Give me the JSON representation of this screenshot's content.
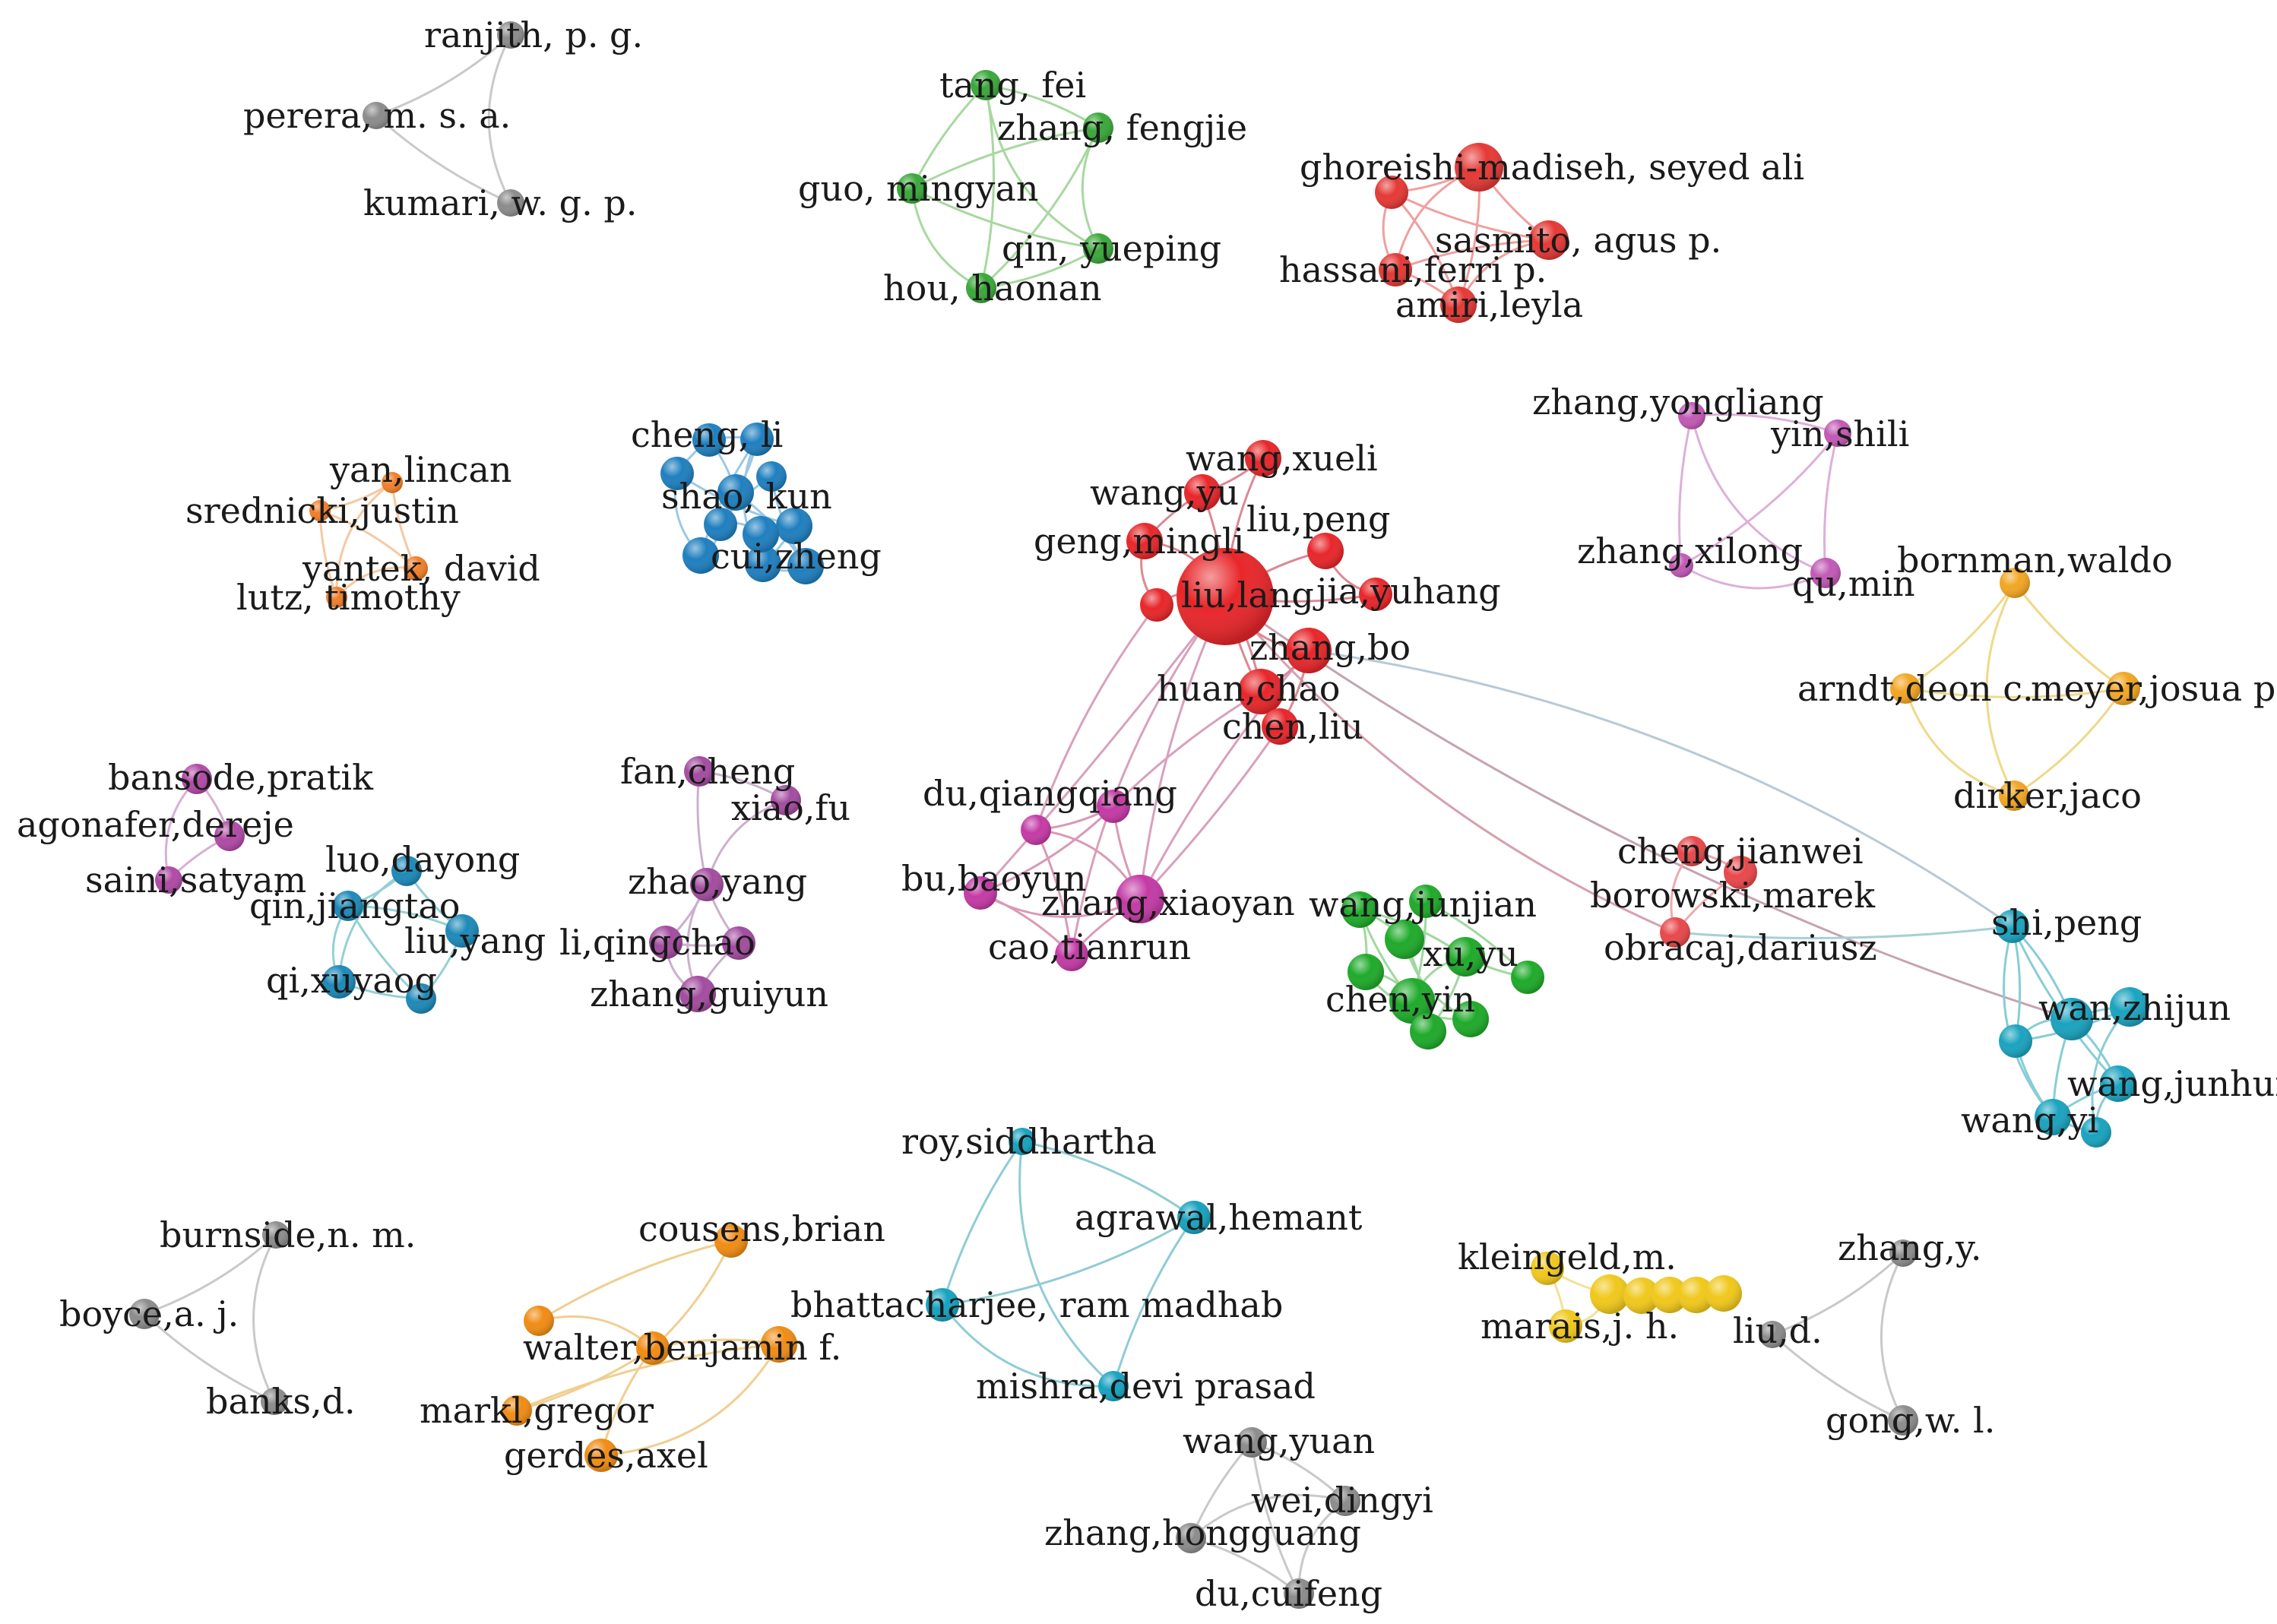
{
  "clusters": [
    {
      "id": "c1",
      "color": "#8c8c8c",
      "edge_color": "#c9c9c9",
      "nodes": [
        {
          "label": "ranjith, p. g."
        },
        {
          "label": "perera, m. s. a."
        },
        {
          "label": "kumari, w. g. p."
        }
      ],
      "edges": [
        [
          0,
          1
        ],
        [
          1,
          2
        ],
        [
          0,
          2
        ]
      ]
    },
    {
      "id": "c2",
      "color": "#3aa83a",
      "edge_color": "#a8d8a0",
      "nodes": [
        {
          "label": "tang, fei"
        },
        {
          "label": "zhang, fengjie"
        },
        {
          "label": "guo, mingyan"
        },
        {
          "label": "qin, yueping"
        },
        {
          "label": "hou, haonan"
        }
      ],
      "edges": [
        [
          0,
          1
        ],
        [
          0,
          2
        ],
        [
          0,
          3
        ],
        [
          0,
          4
        ],
        [
          1,
          2
        ],
        [
          1,
          3
        ],
        [
          1,
          4
        ],
        [
          2,
          3
        ],
        [
          2,
          4
        ],
        [
          3,
          4
        ]
      ]
    },
    {
      "id": "c3",
      "color": "#e53935",
      "edge_color": "#efa0a0",
      "nodes": [
        {
          "label": "ghoreishi-madiseh, seyed ali"
        },
        {
          "label": ""
        },
        {
          "label": "sasmito, agus p."
        },
        {
          "label": "hassani,ferri p."
        },
        {
          "label": "amiri,leyla"
        }
      ],
      "edges": [
        [
          0,
          1
        ],
        [
          0,
          2
        ],
        [
          0,
          3
        ],
        [
          0,
          4
        ],
        [
          1,
          2
        ],
        [
          1,
          3
        ],
        [
          1,
          4
        ],
        [
          2,
          3
        ],
        [
          2,
          4
        ],
        [
          3,
          4
        ]
      ]
    },
    {
      "id": "c4",
      "color": "#f07f2a",
      "edge_color": "#f5c9a3",
      "nodes": [
        {
          "label": "yan,lincan"
        },
        {
          "label": "srednicki,justin"
        },
        {
          "label": "yantek, david"
        },
        {
          "label": "lutz, timothy"
        }
      ],
      "edges": [
        [
          0,
          1
        ],
        [
          0,
          2
        ],
        [
          0,
          3
        ],
        [
          1,
          2
        ],
        [
          1,
          3
        ],
        [
          2,
          3
        ]
      ]
    },
    {
      "id": "c5",
      "color": "#1f7fbf",
      "edge_color": "#9cc8e6",
      "nodes": [
        {
          "label": "cheng, li"
        },
        {
          "label": "shao, kun"
        },
        {
          "label": "cui,zheng"
        },
        {
          "label": ""
        },
        {
          "label": ""
        },
        {
          "label": ""
        },
        {
          "label": ""
        },
        {
          "label": ""
        },
        {
          "label": ""
        },
        {
          "label": ""
        },
        {
          "label": ""
        }
      ],
      "edges": [
        [
          0,
          1
        ],
        [
          0,
          3
        ],
        [
          1,
          2
        ],
        [
          1,
          4
        ],
        [
          2,
          5
        ],
        [
          3,
          6
        ],
        [
          4,
          7
        ],
        [
          5,
          8
        ],
        [
          6,
          9
        ],
        [
          7,
          10
        ],
        [
          1,
          6
        ],
        [
          2,
          7
        ],
        [
          0,
          4
        ],
        [
          3,
          5
        ],
        [
          8,
          9
        ],
        [
          9,
          10
        ]
      ]
    },
    {
      "id": "c6",
      "color": "#e8262a",
      "edge_color": "#d98a94",
      "nodes": [
        {
          "label": "wang,xueli"
        },
        {
          "label": "wang,yu"
        },
        {
          "label": "geng,mingli"
        },
        {
          "label": "liu,peng"
        },
        {
          "label": "liu,lang"
        },
        {
          "label": "jia,yuhang"
        },
        {
          "label": "zhang,bo"
        },
        {
          "label": "huan,chao"
        },
        {
          "label": "chen,liu"
        },
        {
          "label": ""
        }
      ],
      "edges": [
        [
          4,
          0
        ],
        [
          4,
          1
        ],
        [
          4,
          2
        ],
        [
          4,
          3
        ],
        [
          4,
          5
        ],
        [
          4,
          6
        ],
        [
          4,
          7
        ],
        [
          4,
          8
        ],
        [
          4,
          9
        ],
        [
          0,
          1
        ],
        [
          1,
          2
        ],
        [
          3,
          5
        ],
        [
          6,
          7
        ],
        [
          7,
          8
        ],
        [
          2,
          9
        ],
        [
          6,
          8
        ]
      ]
    },
    {
      "id": "c7",
      "color": "#c159b5",
      "edge_color": "#ddb0d8",
      "nodes": [
        {
          "label": "zhang,yongliang"
        },
        {
          "label": "yin,shili"
        },
        {
          "label": "zhang,xilong"
        },
        {
          "label": "qu,min"
        }
      ],
      "edges": [
        [
          0,
          1
        ],
        [
          0,
          2
        ],
        [
          0,
          3
        ],
        [
          1,
          2
        ],
        [
          1,
          3
        ],
        [
          2,
          3
        ]
      ]
    },
    {
      "id": "c8",
      "color": "#f2a623",
      "edge_color": "#efd98a",
      "nodes": [
        {
          "label": "bornman,waldo"
        },
        {
          "label": "arndt,deon c."
        },
        {
          "label": "meyer,josua p."
        },
        {
          "label": "dirker,jaco"
        }
      ],
      "edges": [
        [
          0,
          1
        ],
        [
          0,
          2
        ],
        [
          1,
          3
        ],
        [
          2,
          3
        ],
        [
          1,
          2
        ],
        [
          0,
          3
        ]
      ]
    },
    {
      "id": "c9",
      "color": "#b04aa6",
      "edge_color": "#d9b0d4",
      "nodes": [
        {
          "label": "bansode,pratik"
        },
        {
          "label": "agonafer,dereje"
        },
        {
          "label": "saini,satyam"
        }
      ],
      "edges": [
        [
          0,
          1
        ],
        [
          1,
          2
        ],
        [
          0,
          2
        ]
      ]
    },
    {
      "id": "c10",
      "color": "#1d89b8",
      "edge_color": "#95d0d6",
      "nodes": [
        {
          "label": "luo,dayong"
        },
        {
          "label": "qin,jiangtao"
        },
        {
          "label": "liu,yang"
        },
        {
          "label": "qi,xuyaog"
        },
        {
          "label": ""
        }
      ],
      "edges": [
        [
          0,
          1
        ],
        [
          0,
          2
        ],
        [
          1,
          3
        ],
        [
          2,
          4
        ],
        [
          3,
          4
        ],
        [
          0,
          3
        ],
        [
          1,
          2
        ],
        [
          1,
          4
        ]
      ]
    },
    {
      "id": "c11",
      "color": "#a34ca0",
      "edge_color": "#ccb0cc",
      "nodes": [
        {
          "label": "fan,cheng"
        },
        {
          "label": "xiao,fu"
        },
        {
          "label": "zhao,yang"
        },
        {
          "label": "li,qingchao"
        },
        {
          "label": "zhang,guiyun"
        },
        {
          "label": ""
        }
      ],
      "edges": [
        [
          0,
          1
        ],
        [
          0,
          2
        ],
        [
          1,
          2
        ],
        [
          2,
          3
        ],
        [
          2,
          5
        ],
        [
          3,
          4
        ],
        [
          4,
          5
        ],
        [
          3,
          5
        ],
        [
          2,
          4
        ]
      ]
    },
    {
      "id": "c12",
      "color": "#c43aa5",
      "edge_color": "#d99ab7",
      "nodes": [
        {
          "label": "du,qiangqiang"
        },
        {
          "label": "bu,baoyun"
        },
        {
          "label": "zhang,xiaoyan"
        },
        {
          "label": "cao,tianrun"
        },
        {
          "label": ""
        }
      ],
      "edges": [
        [
          0,
          1
        ],
        [
          0,
          2
        ],
        [
          1,
          2
        ],
        [
          1,
          3
        ],
        [
          2,
          3
        ],
        [
          2,
          4
        ],
        [
          0,
          4
        ],
        [
          3,
          4
        ]
      ]
    },
    {
      "id": "c13",
      "color": "#1faa2a",
      "edge_color": "#a0d8a0",
      "nodes": [
        {
          "label": "wang,junjian"
        },
        {
          "label": "xu,yu"
        },
        {
          "label": "chen,yin"
        },
        {
          "label": ""
        },
        {
          "label": ""
        },
        {
          "label": ""
        },
        {
          "label": ""
        },
        {
          "label": ""
        },
        {
          "label": ""
        }
      ],
      "edges": [
        [
          0,
          1
        ],
        [
          0,
          2
        ],
        [
          1,
          2
        ],
        [
          0,
          3
        ],
        [
          1,
          4
        ],
        [
          2,
          5
        ],
        [
          3,
          6
        ],
        [
          4,
          7
        ],
        [
          5,
          8
        ],
        [
          1,
          6
        ],
        [
          2,
          7
        ],
        [
          3,
          8
        ],
        [
          0,
          5
        ]
      ]
    },
    {
      "id": "c14",
      "color": "#e8484b",
      "edge_color": "#ecaab0",
      "nodes": [
        {
          "label": "cheng,jianwei"
        },
        {
          "label": "borowski,marek"
        },
        {
          "label": "obracaj,dariusz"
        }
      ],
      "edges": [
        [
          0,
          1
        ],
        [
          1,
          2
        ],
        [
          0,
          2
        ]
      ]
    },
    {
      "id": "c15",
      "color": "#1aa3bf",
      "edge_color": "#88cdd6",
      "nodes": [
        {
          "label": "shi,peng"
        },
        {
          "label": "wan,zhijun"
        },
        {
          "label": "wang,junhui"
        },
        {
          "label": "wang,yi"
        },
        {
          "label": ""
        },
        {
          "label": ""
        },
        {
          "label": ""
        }
      ],
      "edges": [
        [
          0,
          1
        ],
        [
          0,
          2
        ],
        [
          0,
          3
        ],
        [
          1,
          2
        ],
        [
          1,
          3
        ],
        [
          1,
          4
        ],
        [
          1,
          5
        ],
        [
          2,
          3
        ],
        [
          2,
          6
        ],
        [
          3,
          4
        ],
        [
          4,
          5
        ],
        [
          5,
          6
        ],
        [
          0,
          4
        ],
        [
          3,
          6
        ]
      ]
    },
    {
      "id": "c16",
      "color": "#8c8c8c",
      "edge_color": "#c9c9c9",
      "nodes": [
        {
          "label": "burnside,n. m."
        },
        {
          "label": "boyce,a. j."
        },
        {
          "label": "banks,d."
        }
      ],
      "edges": [
        [
          0,
          1
        ],
        [
          1,
          2
        ],
        [
          0,
          2
        ]
      ]
    },
    {
      "id": "c17",
      "color": "#f08c14",
      "edge_color": "#f0cf90",
      "nodes": [
        {
          "label": "cousens,brian"
        },
        {
          "label": "walter,benjamin f."
        },
        {
          "label": "markl,gregor"
        },
        {
          "label": "gerdes,axel"
        },
        {
          "label": ""
        },
        {
          "label": ""
        }
      ],
      "edges": [
        [
          0,
          1
        ],
        [
          0,
          5
        ],
        [
          1,
          5
        ],
        [
          1,
          2
        ],
        [
          2,
          3
        ],
        [
          4,
          2
        ],
        [
          4,
          1
        ],
        [
          3,
          1
        ]
      ]
    },
    {
      "id": "c18",
      "color": "#16a2bf",
      "edge_color": "#90ccd4",
      "nodes": [
        {
          "label": "roy,siddhartha"
        },
        {
          "label": "agrawal,hemant"
        },
        {
          "label": "bhattacharjee, ram madhab"
        },
        {
          "label": "mishra,devi prasad"
        }
      ],
      "edges": [
        [
          0,
          1
        ],
        [
          0,
          2
        ],
        [
          0,
          3
        ],
        [
          1,
          2
        ],
        [
          1,
          3
        ],
        [
          2,
          3
        ]
      ]
    },
    {
      "id": "c19",
      "color": "#f0c81c",
      "edge_color": "#f0e29a",
      "nodes": [
        {
          "label": "kleingeld,m."
        },
        {
          "label": "marais,j. h."
        },
        {
          "label": ""
        },
        {
          "label": ""
        },
        {
          "label": ""
        },
        {
          "label": ""
        },
        {
          "label": ""
        }
      ],
      "edges": [
        [
          0,
          1
        ],
        [
          0,
          2
        ],
        [
          1,
          2
        ],
        [
          2,
          3
        ],
        [
          3,
          4
        ],
        [
          4,
          5
        ],
        [
          5,
          6
        ]
      ]
    },
    {
      "id": "c20",
      "color": "#8c8c8c",
      "edge_color": "#c9c9c9",
      "nodes": [
        {
          "label": "zhang,y."
        },
        {
          "label": "liu,d."
        },
        {
          "label": "gong,w. l."
        }
      ],
      "edges": [
        [
          0,
          1
        ],
        [
          1,
          2
        ],
        [
          0,
          2
        ]
      ]
    },
    {
      "id": "c21",
      "color": "#8c8c8c",
      "edge_color": "#c9c9c9",
      "nodes": [
        {
          "label": "wang,yuan"
        },
        {
          "label": "wei,dingyi"
        },
        {
          "label": "zhang,hongguang"
        },
        {
          "label": "du,cuifeng"
        }
      ],
      "edges": [
        [
          0,
          1
        ],
        [
          0,
          2
        ],
        [
          1,
          3
        ],
        [
          2,
          3
        ],
        [
          0,
          3
        ],
        [
          1,
          2
        ]
      ]
    }
  ],
  "inter_cluster_edges": [
    {
      "from": [
        "c6",
        6
      ],
      "to": [
        "c15",
        0
      ],
      "color": "#b8c9d6"
    },
    {
      "from": [
        "c6",
        4
      ],
      "to": [
        "c15",
        1
      ],
      "color": "#c4a3b3"
    },
    {
      "from": [
        "c6",
        4
      ],
      "to": [
        "c14",
        2
      ],
      "color": "#d7a0ae"
    },
    {
      "from": [
        "c6",
        4
      ],
      "to": [
        "c12",
        2
      ],
      "color": "#d9a0bd"
    },
    {
      "from": [
        "c6",
        4
      ],
      "to": [
        "c12",
        1
      ],
      "color": "#d9a0bd"
    },
    {
      "from": [
        "c6",
        4
      ],
      "to": [
        "c12",
        3
      ],
      "color": "#d9a0bd"
    },
    {
      "from": [
        "c6",
        7
      ],
      "to": [
        "c12",
        0
      ],
      "color": "#d9a0bd"
    },
    {
      "from": [
        "c6",
        8
      ],
      "to": [
        "c12",
        2
      ],
      "color": "#d9a0bd"
    },
    {
      "from": [
        "c6",
        6
      ],
      "to": [
        "c12",
        2
      ],
      "color": "#d9a0bd"
    },
    {
      "from": [
        "c6",
        9
      ],
      "to": [
        "c12",
        4
      ],
      "color": "#d9a0bd"
    },
    {
      "from": [
        "c14",
        2
      ],
      "to": [
        "c15",
        0
      ],
      "color": "#a8cfd6"
    }
  ]
}
